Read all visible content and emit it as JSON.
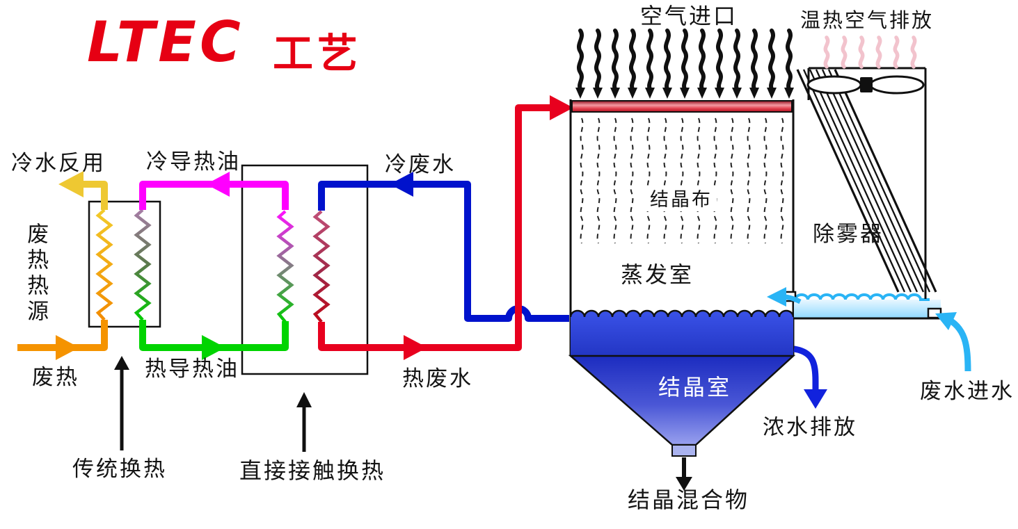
{
  "logo": {
    "brand": "LTEC",
    "suffix": "工艺"
  },
  "left_section": {
    "cold_water_reuse": "冷水反用",
    "waste_heat_source": "废热热源",
    "waste_heat": "废热",
    "traditional_hx": "传统换热",
    "cold_oil": "冷导热油",
    "hot_oil": "热导热油",
    "direct_hx": "直接接触换热",
    "cold_wastewater": "冷废水",
    "hot_wastewater": "热废水"
  },
  "right_section": {
    "air_inlet": "空气进口",
    "warm_air_out": "温热空气排放",
    "crystal_cloth": "结晶布",
    "evaporation_room": "蒸发室",
    "demister": "除雾器",
    "crystal_room": "结晶室",
    "concentrated_water_out": "浓水排放",
    "wastewater_in": "废水进水",
    "crystal_mixture": "结晶混合物"
  },
  "colors": {
    "brand_red": "#e60013",
    "pipe_yellow": "#eec832",
    "pipe_orange": "#f59300",
    "pipe_magenta": "#ff00ff",
    "pipe_green": "#00d400",
    "pipe_blue": "#0012cc",
    "pipe_red": "#e8001e",
    "water_blue": "#2c3fd2",
    "channel_cyan": "#2ab4f5",
    "exhaust_pink": "#f2c3cd"
  }
}
